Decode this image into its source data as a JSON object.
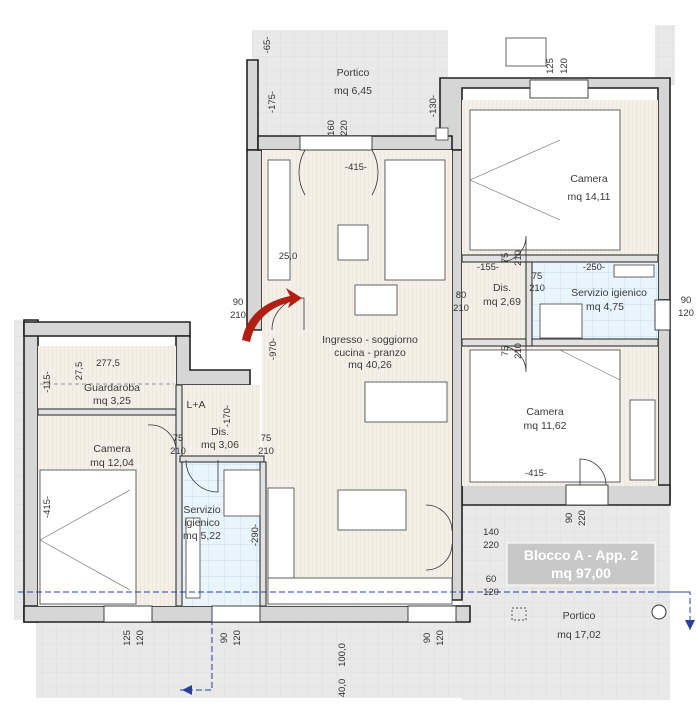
{
  "block": {
    "title": "Blocco A - App. 2",
    "area": "mq 97,00",
    "bg_color": "#c8c8c8"
  },
  "rooms": {
    "portico_top": {
      "name": "Portico",
      "area": "mq 6,45"
    },
    "camera_top": {
      "name": "Camera",
      "area": "mq 14,11"
    },
    "dis_right": {
      "name": "Dis.",
      "area": "mq 2,69"
    },
    "servizio_right": {
      "name": "Servizio igienico",
      "area": "mq 4,75"
    },
    "soggiorno": {
      "line1": "Ingresso - soggiorno",
      "line2": "cucina - pranzo",
      "area": "mq 40,26"
    },
    "camera_right": {
      "name": "Camera",
      "area": "mq 11,62"
    },
    "guardaroba": {
      "name": "Guardaroba",
      "area": "mq 3,25"
    },
    "lpa": {
      "name": "L+A"
    },
    "dis_left": {
      "name": "Dis.",
      "area": "mq 3,06"
    },
    "camera_left": {
      "name": "Camera",
      "area": "mq 12,04"
    },
    "servizio_left": {
      "line1": "Servizio",
      "line2": "igienico",
      "area": "mq 5,22"
    },
    "portico_bottom": {
      "name": "Portico",
      "area": "mq 17,02"
    }
  },
  "dims": {
    "d_65": "-65-",
    "d_175": "-175-",
    "d_130": "-130-",
    "d_160": "160",
    "d_220a": "220",
    "d_415a": "-415-",
    "d_125a": "125",
    "d_120a": "120",
    "d_250": "25,0",
    "d_90a": "90",
    "d_210a": "210",
    "d_155": "-155-",
    "d_75a": "75",
    "d_210b": "210",
    "d_75b": "75",
    "d_210c": "210",
    "d_250b": "-250-",
    "d_80": "80",
    "d_210d": "210",
    "d_90b": "90",
    "d_120b": "120",
    "d_970": "-970-",
    "d_75c": "75",
    "d_210e": "210",
    "d_2775": "277,5",
    "d_275": "27,5",
    "d_115": "-115-",
    "d_170": "-170-",
    "d_75d": "75",
    "d_210f": "210",
    "d_75e": "75",
    "d_210g": "210",
    "d_415b": "-415-",
    "d_415c": "-415-",
    "d_290": "-290-",
    "d_90c": "90",
    "d_220b": "220",
    "d_140": "140",
    "d_220c": "220",
    "d_60": "60",
    "d_120c": "120",
    "d_125b": "125",
    "d_120d": "120",
    "d_90d": "90",
    "d_120e": "120",
    "d_1000": "100,0",
    "d_90e": "90",
    "d_120f": "120",
    "d_400": "40,0"
  },
  "colors": {
    "entry_arrow": "#b01e14",
    "section_line": "#2a3f9a"
  },
  "icons": {
    "entry": "curved-arrow-icon",
    "section": "section-arrow-icon"
  }
}
